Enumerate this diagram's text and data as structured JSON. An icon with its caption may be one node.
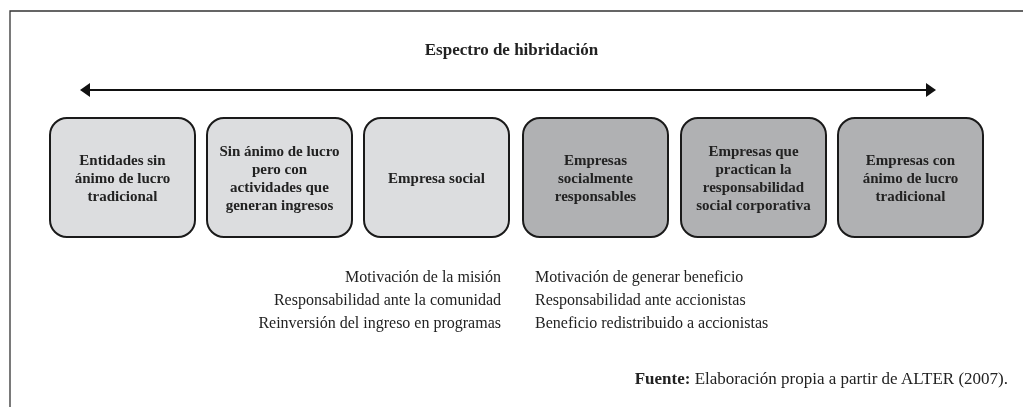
{
  "diagram": {
    "title": "Espectro de hibridación",
    "caption": "**Fuente:** Elaboración propia a partir de ALTER (2007).",
    "nodes": [
      {
        "text": [
          "Entidades sin ánimo de lucro tradicional"
        ]
      },
      {
        "text": [
          "Sin ánimo de lucro pero con actividades que generan ingresos"
        ]
      },
      {
        "text": [
          "Empresa social"
        ]
      },
      {
        "text": [
          "Empresas socialmente responsables"
        ]
      },
      {
        "text": [
          "Empresas que practican la responsabilidad social corporativa"
        ]
      },
      {
        "text": [
          "Empresas con ánimo de lucro tradicional"
        ]
      }
    ],
    "edges": [],
    "labels": [
      "Motivación de la misión",
      "Motivación de generar beneficio",
      "Responsabilidad ante la comunidad",
      "Responsabilidad ante accionistas",
      "Reinversión del ingreso en programas",
      "Beneficio redistribuido a accionistas"
    ]
  }
}
